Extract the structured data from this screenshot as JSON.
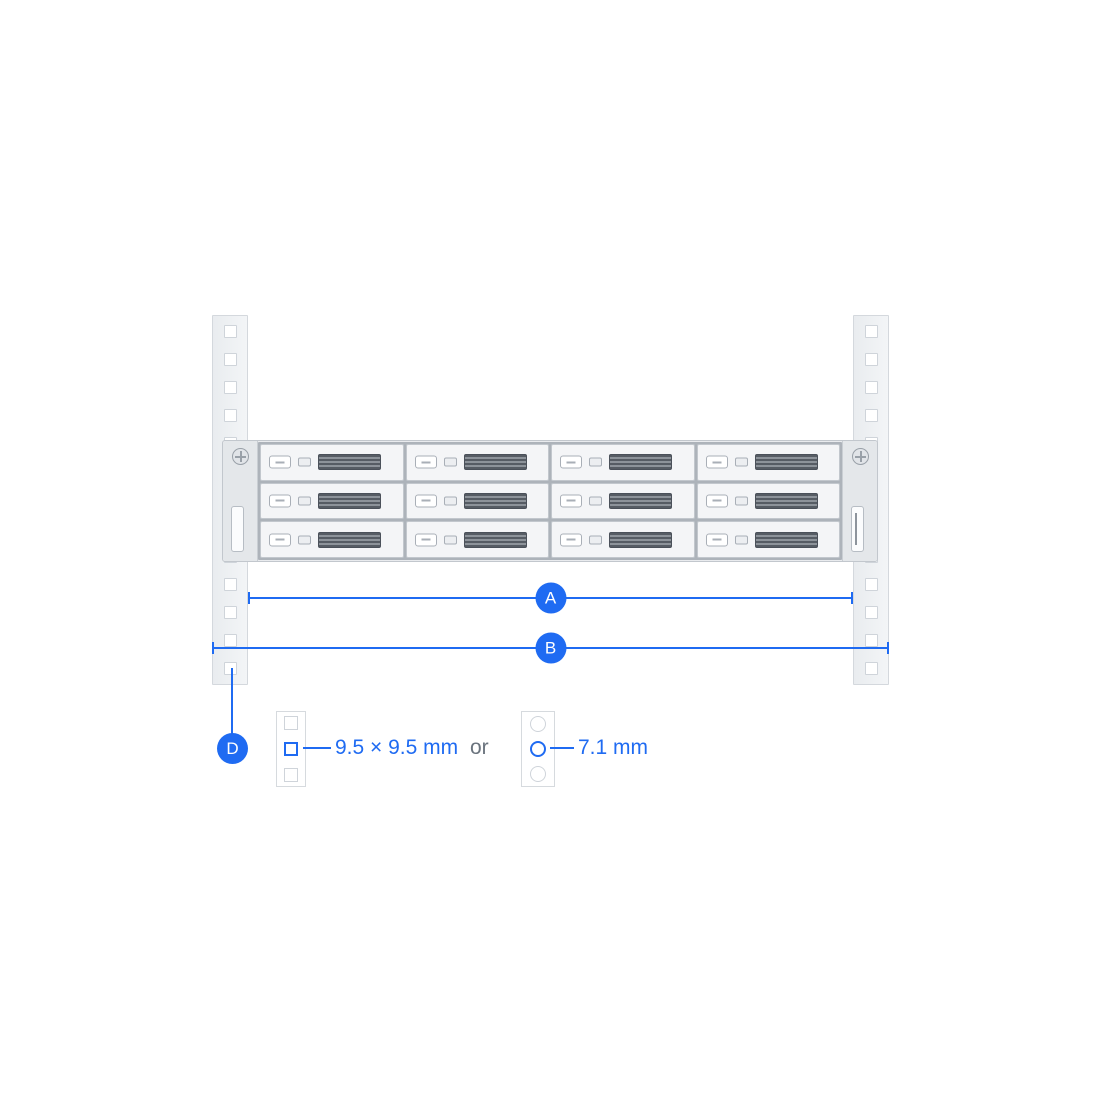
{
  "accent_color": "#1f6bf2",
  "annotations": {
    "a": "A",
    "b": "B",
    "d": "D"
  },
  "hole_detail": {
    "square_label": "9.5 × 9.5 mm",
    "or_label": "or",
    "round_label": "7.1 mm"
  },
  "structure": {
    "post_hole_count": 13,
    "bay_columns": 4,
    "bay_rows": 3,
    "fragment_hole_count": 3
  }
}
